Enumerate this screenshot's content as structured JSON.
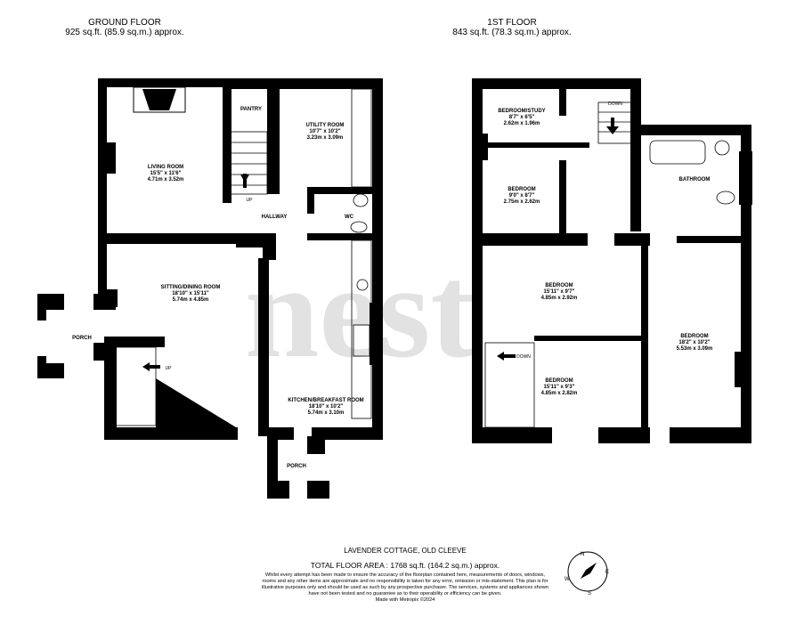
{
  "ground_floor": {
    "title": "GROUND FLOOR",
    "area": "925 sq.ft. (85.9 sq.m.) approx.",
    "rooms": {
      "living_room": {
        "name": "LIVING ROOM",
        "imperial": "15'5\" x 11'6\"",
        "metric": "4.71m x 3.52m"
      },
      "pantry": {
        "name": "PANTRY"
      },
      "utility_room": {
        "name": "UTILITY ROOM",
        "imperial": "10'7\" x 10'2\"",
        "metric": "3.23m x 3.09m"
      },
      "hallway": {
        "name": "HALLWAY"
      },
      "wc": {
        "name": "WC"
      },
      "sitting_dining": {
        "name": "SITTING/DINING ROOM",
        "imperial": "18'10\" x 15'11\"",
        "metric": "5.74m x 4.85m"
      },
      "porch_west": {
        "name": "PORCH"
      },
      "kitchen": {
        "name": "KITCHEN/BREAKFAST ROOM",
        "imperial": "18'10\" x 10'2\"",
        "metric": "5.74m x 3.10m"
      },
      "porch_south": {
        "name": "PORCH"
      }
    },
    "stairs_hall_label": "UP",
    "stairs_sitting_label": "UP"
  },
  "first_floor": {
    "title": "1ST FLOOR",
    "area": "843 sq.ft. (78.3 sq.m.) approx.",
    "rooms": {
      "bedroom_study": {
        "name": "BEDROOM/STUDY",
        "imperial": "8'7\" x 6'5\"",
        "metric": "2.62m x 1.96m"
      },
      "bedroom_small": {
        "name": "BEDROOM",
        "imperial": "9'0\" x 8'7\"",
        "metric": "2.75m x 2.62m"
      },
      "bathroom": {
        "name": "BATHROOM"
      },
      "bedroom_mid": {
        "name": "BEDROOM",
        "imperial": "15'11\" x 9'7\"",
        "metric": "4.85m x 2.92m"
      },
      "bedroom_lower": {
        "name": "BEDROOM",
        "imperial": "15'11\" x 9'3\"",
        "metric": "4.85m x 2.82m"
      },
      "bedroom_large": {
        "name": "BEDROOM",
        "imperial": "18'2\" x 10'2\"",
        "metric": "5.53m x 3.09m"
      }
    },
    "stairs_top_label": "DOWN",
    "stairs_lower_label": "DOWN"
  },
  "footer": {
    "address": "LAVENDER COTTAGE, OLD CLEEVE",
    "total_area": "TOTAL FLOOR AREA : 1768 sq.ft. (164.2 sq.m.) approx.",
    "disclaimer": "Whilst every attempt has been made to ensure the accuracy of the floorplan contained here, measurements of doors, windows, rooms and any other items are approximate and no responsibility is taken for any error, omission or mis-statement. This plan is for illustrative purposes only and should be used as such by any prospective purchaser. The services, systems and appliances shown have not been tested and no guarantee as to their operability or efficiency can be given.",
    "made_with": "Made with Metropix ©2024"
  },
  "compass": {
    "n": "N",
    "e": "E",
    "s": "S",
    "w": "W"
  },
  "watermark": {
    "text": "nest"
  },
  "colors": {
    "wall": "#000000",
    "watermark": "#d9d9d9",
    "background": "#ffffff"
  }
}
